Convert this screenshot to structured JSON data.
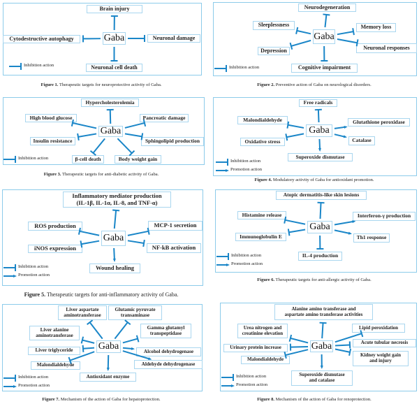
{
  "colors": {
    "arrow": "#1a86c8",
    "frame": "#8ccbea",
    "box_border": "#a9d6ef"
  },
  "legend": {
    "inhibition": "Inhibition action",
    "promotion": "Promotion action"
  },
  "figures": [
    {
      "center": "Gaba",
      "caption_label": "Figure 1.",
      "caption_text": " Therapeutic targets for neuroprotective activity of Gaba.",
      "has_promotion_legend": false,
      "targets": [
        {
          "label": "Brain injury",
          "action": "inhibition"
        },
        {
          "label": "Cytodestructive autophagy",
          "action": "inhibition"
        },
        {
          "label": "Neuronal damage",
          "action": "inhibition"
        },
        {
          "label": "Neuronal cell death",
          "action": "inhibition"
        }
      ]
    },
    {
      "center": "Gaba",
      "caption_label": "Figure 2.",
      "caption_text": " Preventive action of Gaba on neurological disorders.",
      "has_promotion_legend": false,
      "targets": [
        {
          "label": "Neurodegeneration",
          "action": "inhibition"
        },
        {
          "label": "Sleeplessness",
          "action": "inhibition"
        },
        {
          "label": "Memory loss",
          "action": "inhibition"
        },
        {
          "label": "Depression",
          "action": "inhibition"
        },
        {
          "label": "Neuronal responses",
          "action": "inhibition"
        },
        {
          "label": "Cognitive impairment",
          "action": "inhibition"
        }
      ]
    },
    {
      "center": "Gaba",
      "caption_label": "Figure 3.",
      "caption_text": " Therapeutic targets for anti-diabetic activity of Gaba.",
      "has_promotion_legend": false,
      "targets": [
        {
          "label": "Hypercholesterolemia",
          "action": "inhibition"
        },
        {
          "label": "High blood glucose",
          "action": "inhibition"
        },
        {
          "label": "Pancreatic damage",
          "action": "inhibition"
        },
        {
          "label": "Insulin resistance",
          "action": "inhibition"
        },
        {
          "label": "Sphingolipid production",
          "action": "inhibition"
        },
        {
          "label": "β-cell death",
          "action": "inhibition"
        },
        {
          "label": "Body weight gain",
          "action": "inhibition"
        }
      ]
    },
    {
      "center": "Gaba",
      "caption_label": "Figure 4.",
      "caption_text": " Modulatory activity of Gaba for antioxidant promotion.",
      "has_promotion_legend": true,
      "targets": [
        {
          "label": "Free radicals",
          "action": "inhibition"
        },
        {
          "label": "Malondialdehyde",
          "action": "inhibition"
        },
        {
          "label": "Glutathione peroxidase",
          "action": "promotion"
        },
        {
          "label": "Oxidative stress",
          "action": "inhibition"
        },
        {
          "label": "Catalase",
          "action": "promotion"
        },
        {
          "label": "Superoxide dismutase",
          "action": "promotion"
        }
      ]
    },
    {
      "center": "Gaba",
      "caption_label": "Figure 5.",
      "caption_text": " Therapeutic targets for anti-inflammatory activity of Gaba.",
      "has_promotion_legend": true,
      "targets": [
        {
          "label": "Inflammatory mediator production\n(IL-1β, IL-1α, IL-8, and TNF-α)",
          "action": "inhibition"
        },
        {
          "label": "ROS production",
          "action": "inhibition"
        },
        {
          "label": "MCP-1 secretion",
          "action": "inhibition"
        },
        {
          "label": "iNOS expression",
          "action": "inhibition"
        },
        {
          "label": "NF-kB activation",
          "action": "inhibition"
        },
        {
          "label": "Wound healing",
          "action": "promotion"
        }
      ]
    },
    {
      "center": "Gaba",
      "caption_label": "Figure 6.",
      "caption_text": " Therapeutic targets for anti-allergic activity of Gaba.",
      "has_promotion_legend": true,
      "targets": [
        {
          "label": "Atopic dermatitis-like skin lesions",
          "action": "inhibition"
        },
        {
          "label": "Histamine release",
          "action": "inhibition"
        },
        {
          "label": "Interferon-γ production",
          "action": "promotion"
        },
        {
          "label": "Immunoglobulin E",
          "action": "inhibition"
        },
        {
          "label": "Th1 response",
          "action": "promotion"
        },
        {
          "label": "IL-4 production",
          "action": "inhibition"
        }
      ]
    },
    {
      "center": "Gaba",
      "caption_label": "Figure 7.",
      "caption_text": " Mechanism of the action of Gaba for hepatoprotection.",
      "has_promotion_legend": true,
      "targets": [
        {
          "label": "Liver aspartate\naminotransferase",
          "action": "inhibition"
        },
        {
          "label": "Glutamic pyruvate\ntransaminase",
          "action": "inhibition"
        },
        {
          "label": "Gamma glutamyl\ntranspeptidase",
          "action": "inhibition"
        },
        {
          "label": "Liver alanine\naminotransferase",
          "action": "inhibition"
        },
        {
          "label": "Liver triglyceride",
          "action": "inhibition"
        },
        {
          "label": "Alcohol dehydrogenase",
          "action": "promotion"
        },
        {
          "label": "Malondialdehyde",
          "action": "inhibition"
        },
        {
          "label": "Aldehyde dehydrogenase",
          "action": "promotion"
        },
        {
          "label": "Antioxidant enzyme",
          "action": "promotion"
        }
      ]
    },
    {
      "center": "Gaba",
      "caption_label": "Figure 8.",
      "caption_text": " Mechanism of the action of Gaba for renoprotection.",
      "has_promotion_legend": true,
      "targets": [
        {
          "label": "Alanine amino transferase and\naspartate amino transferase activities",
          "action": "inhibition"
        },
        {
          "label": "Urea nitrogen and\ncreatinine elevation",
          "action": "inhibition"
        },
        {
          "label": "Lipid peroxidation",
          "action": "inhibition"
        },
        {
          "label": "Urinary protein increase",
          "action": "inhibition"
        },
        {
          "label": "Acute tubular necrosis",
          "action": "inhibition"
        },
        {
          "label": "Malondialdehyde",
          "action": "inhibition"
        },
        {
          "label": "Kidney weight gain\nand injury",
          "action": "inhibition"
        },
        {
          "label": "Superoxide dismutase\nand catalase",
          "action": "promotion"
        }
      ]
    }
  ]
}
